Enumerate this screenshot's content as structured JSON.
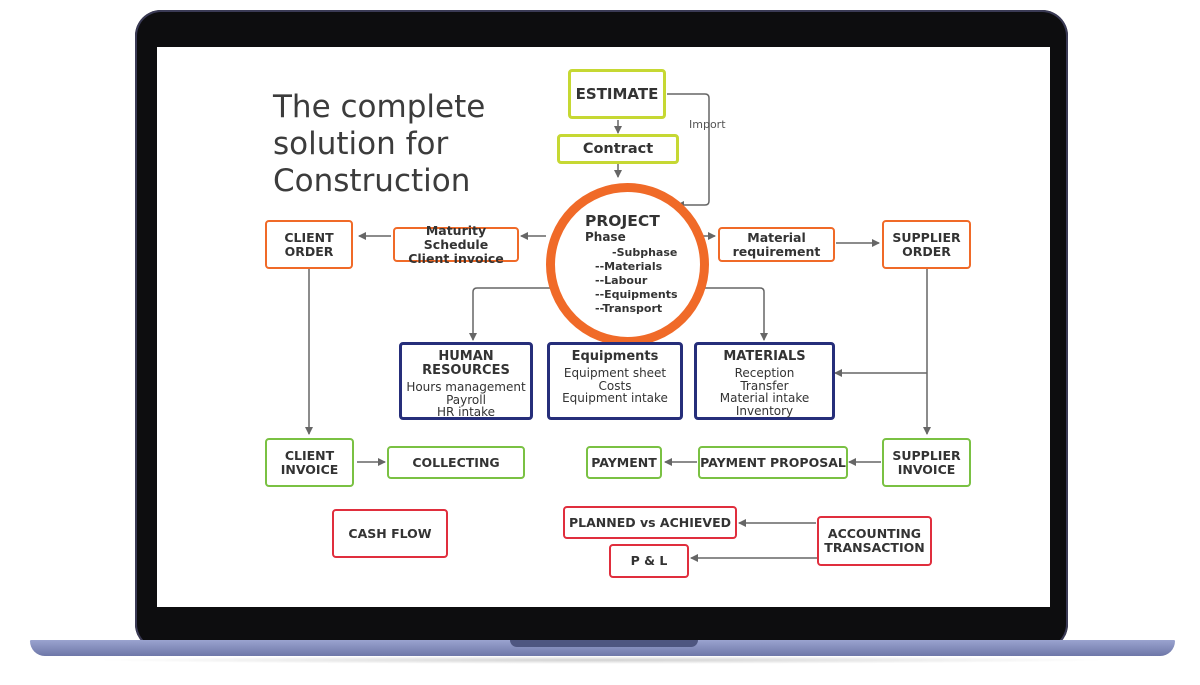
{
  "title": "The complete solution for Construction",
  "import_label": "Import",
  "estimate": "ESTIMATE",
  "contract": "Contract",
  "project": {
    "title": "PROJECT",
    "phase": "Phase",
    "subphase": "-Subphase",
    "materials": "--Materials",
    "labour": "--Labour",
    "equipments": "--Equipments",
    "transport": "--Transport"
  },
  "client_order": [
    "CLIENT",
    "ORDER"
  ],
  "maturity": [
    "Maturity Schedule",
    "Client invoice"
  ],
  "material_requirement": [
    "Material",
    "requirement"
  ],
  "supplier_order": [
    "SUPPLIER",
    "ORDER"
  ],
  "human_resources": {
    "title": "HUMAN RESOURCES",
    "items": [
      "Hours management",
      "Payroll",
      "HR intake"
    ]
  },
  "equipments": {
    "title": "Equipments",
    "items": [
      "Equipment sheet",
      "Costs",
      "Equipment intake"
    ]
  },
  "materials_box": {
    "title": "MATERIALS",
    "items": [
      "Reception",
      "Transfer",
      "Material intake",
      "Inventory"
    ]
  },
  "client_invoice": [
    "CLIENT",
    "INVOICE"
  ],
  "collecting": "COLLECTING",
  "payment": "PAYMENT",
  "payment_proposal": "PAYMENT PROPOSAL",
  "supplier_invoice": [
    "SUPPLIER",
    "INVOICE"
  ],
  "cash_flow": "CASH FLOW",
  "planned": "PLANNED vs ACHIEVED",
  "accounting": [
    "ACCOUNTING",
    "TRANSACTION"
  ],
  "pl": "P & L",
  "colors": {
    "yellow": "#c6d833",
    "orange": "#f06a28",
    "green": "#7ac143",
    "red": "#e02e3d",
    "navy": "#262e7a",
    "connector": "#666666"
  }
}
